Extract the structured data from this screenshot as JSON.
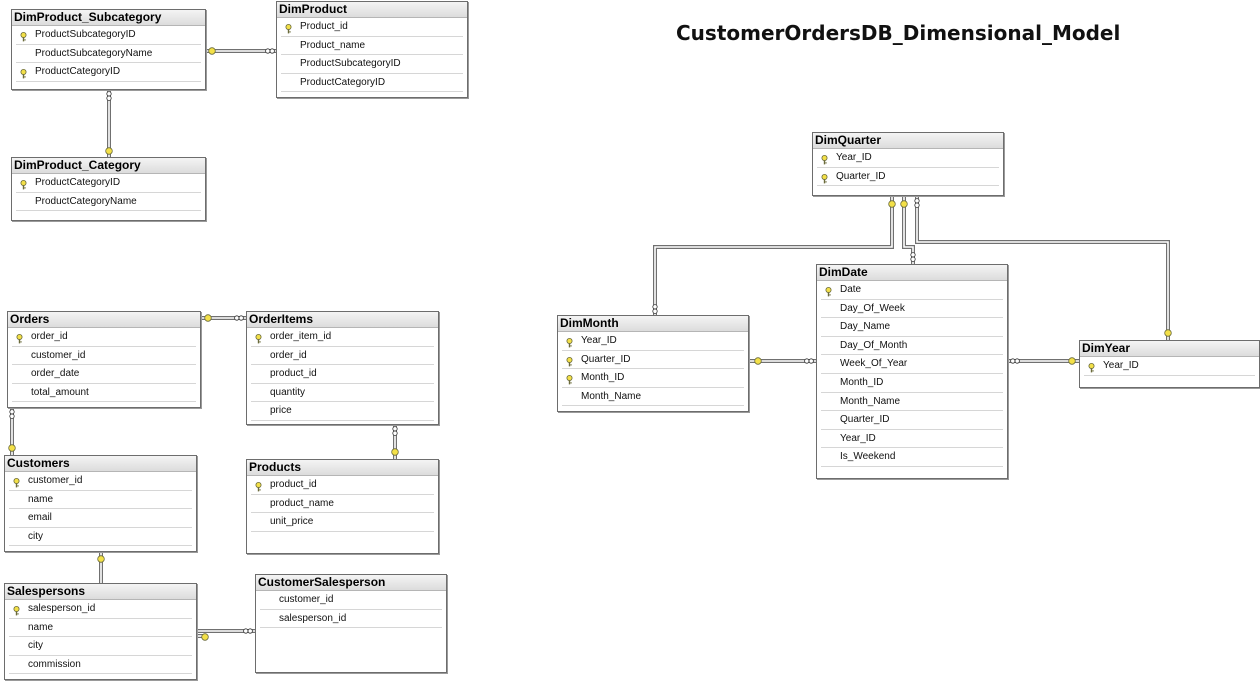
{
  "title": "CustomerOrdersDB_Dimensional_Model",
  "icon": "primary-key-icon",
  "colors": {
    "connector": "#707070",
    "key": "#f3e048",
    "key_outline": "#6b6b3b",
    "header": "#e3e3e3"
  },
  "tables": {
    "dimproduct_subcategory": {
      "name": "DimProduct_Subcategory",
      "columns": [
        {
          "name": "ProductSubcategoryID",
          "pk": true
        },
        {
          "name": "ProductSubcategoryName",
          "pk": false
        },
        {
          "name": "ProductCategoryID",
          "pk": true
        }
      ]
    },
    "dimproduct": {
      "name": "DimProduct",
      "columns": [
        {
          "name": "Product_id",
          "pk": true
        },
        {
          "name": "Product_name",
          "pk": false
        },
        {
          "name": "ProductSubcategoryID",
          "pk": false
        },
        {
          "name": "ProductCategoryID",
          "pk": false
        }
      ]
    },
    "dimproduct_category": {
      "name": "DimProduct_Category",
      "columns": [
        {
          "name": "ProductCategoryID",
          "pk": true
        },
        {
          "name": "ProductCategoryName",
          "pk": false
        }
      ]
    },
    "orders": {
      "name": "Orders",
      "columns": [
        {
          "name": "order_id",
          "pk": true
        },
        {
          "name": "customer_id",
          "pk": false
        },
        {
          "name": "order_date",
          "pk": false
        },
        {
          "name": "total_amount",
          "pk": false
        }
      ]
    },
    "orderitems": {
      "name": "OrderItems",
      "columns": [
        {
          "name": "order_item_id",
          "pk": true
        },
        {
          "name": "order_id",
          "pk": false
        },
        {
          "name": "product_id",
          "pk": false
        },
        {
          "name": "quantity",
          "pk": false
        },
        {
          "name": "price",
          "pk": false
        }
      ]
    },
    "customers": {
      "name": "Customers",
      "columns": [
        {
          "name": "customer_id",
          "pk": true
        },
        {
          "name": "name",
          "pk": false
        },
        {
          "name": "email",
          "pk": false
        },
        {
          "name": "city",
          "pk": false
        }
      ]
    },
    "products": {
      "name": "Products",
      "columns": [
        {
          "name": "product_id",
          "pk": true
        },
        {
          "name": "product_name",
          "pk": false
        },
        {
          "name": "unit_price",
          "pk": false
        }
      ]
    },
    "salespersons": {
      "name": "Salespersons",
      "columns": [
        {
          "name": "salesperson_id",
          "pk": true
        },
        {
          "name": "name",
          "pk": false
        },
        {
          "name": "city",
          "pk": false
        },
        {
          "name": "commission",
          "pk": false
        }
      ]
    },
    "customersalesperson": {
      "name": "CustomerSalesperson",
      "columns": [
        {
          "name": "customer_id",
          "pk": false
        },
        {
          "name": "salesperson_id",
          "pk": false
        }
      ]
    },
    "dimquarter": {
      "name": "DimQuarter",
      "columns": [
        {
          "name": "Year_ID",
          "pk": true
        },
        {
          "name": "Quarter_ID",
          "pk": true
        }
      ]
    },
    "dimdate": {
      "name": "DimDate",
      "columns": [
        {
          "name": "Date",
          "pk": true
        },
        {
          "name": "Day_Of_Week",
          "pk": false
        },
        {
          "name": "Day_Name",
          "pk": false
        },
        {
          "name": "Day_Of_Month",
          "pk": false
        },
        {
          "name": "Week_Of_Year",
          "pk": false
        },
        {
          "name": "Month_ID",
          "pk": false
        },
        {
          "name": "Month_Name",
          "pk": false
        },
        {
          "name": "Quarter_ID",
          "pk": false
        },
        {
          "name": "Year_ID",
          "pk": false
        },
        {
          "name": "Is_Weekend",
          "pk": false
        }
      ]
    },
    "dimmonth": {
      "name": "DimMonth",
      "columns": [
        {
          "name": "Year_ID",
          "pk": true
        },
        {
          "name": "Quarter_ID",
          "pk": true
        },
        {
          "name": "Month_ID",
          "pk": true
        },
        {
          "name": "Month_Name",
          "pk": false
        }
      ]
    },
    "dimyear": {
      "name": "DimYear",
      "columns": [
        {
          "name": "Year_ID",
          "pk": true
        }
      ]
    }
  }
}
